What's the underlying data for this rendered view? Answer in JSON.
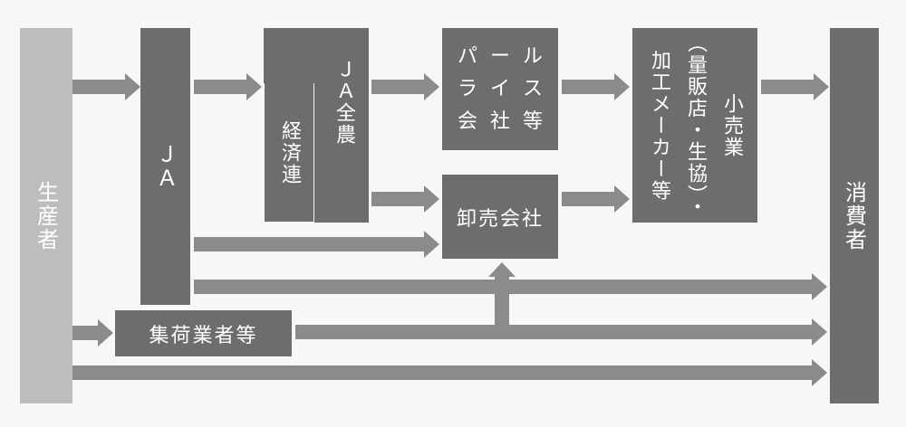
{
  "colors": {
    "box": "#6d6d6f",
    "producer_box": "#bdbdbf",
    "arrow": "#8b8b8d",
    "text": "#ffffff"
  },
  "nodes": {
    "producer": "生産者",
    "ja": "ＪＡ",
    "ja_zennoh": "ＪＡ全農",
    "keizairen": "経済連",
    "packer": {
      "row1": [
        "パ",
        "ー",
        "ル"
      ],
      "row2": [
        "ラ",
        "イ",
        "ス"
      ],
      "row3": [
        "会",
        "社",
        "等"
      ]
    },
    "wholesale": "卸売会社",
    "retail": {
      "col1": "小売業",
      "col2": "（量販店・生協）・",
      "col3": "加工メーカー等"
    },
    "collector": "集荷業者等",
    "consumer": "消費者"
  }
}
